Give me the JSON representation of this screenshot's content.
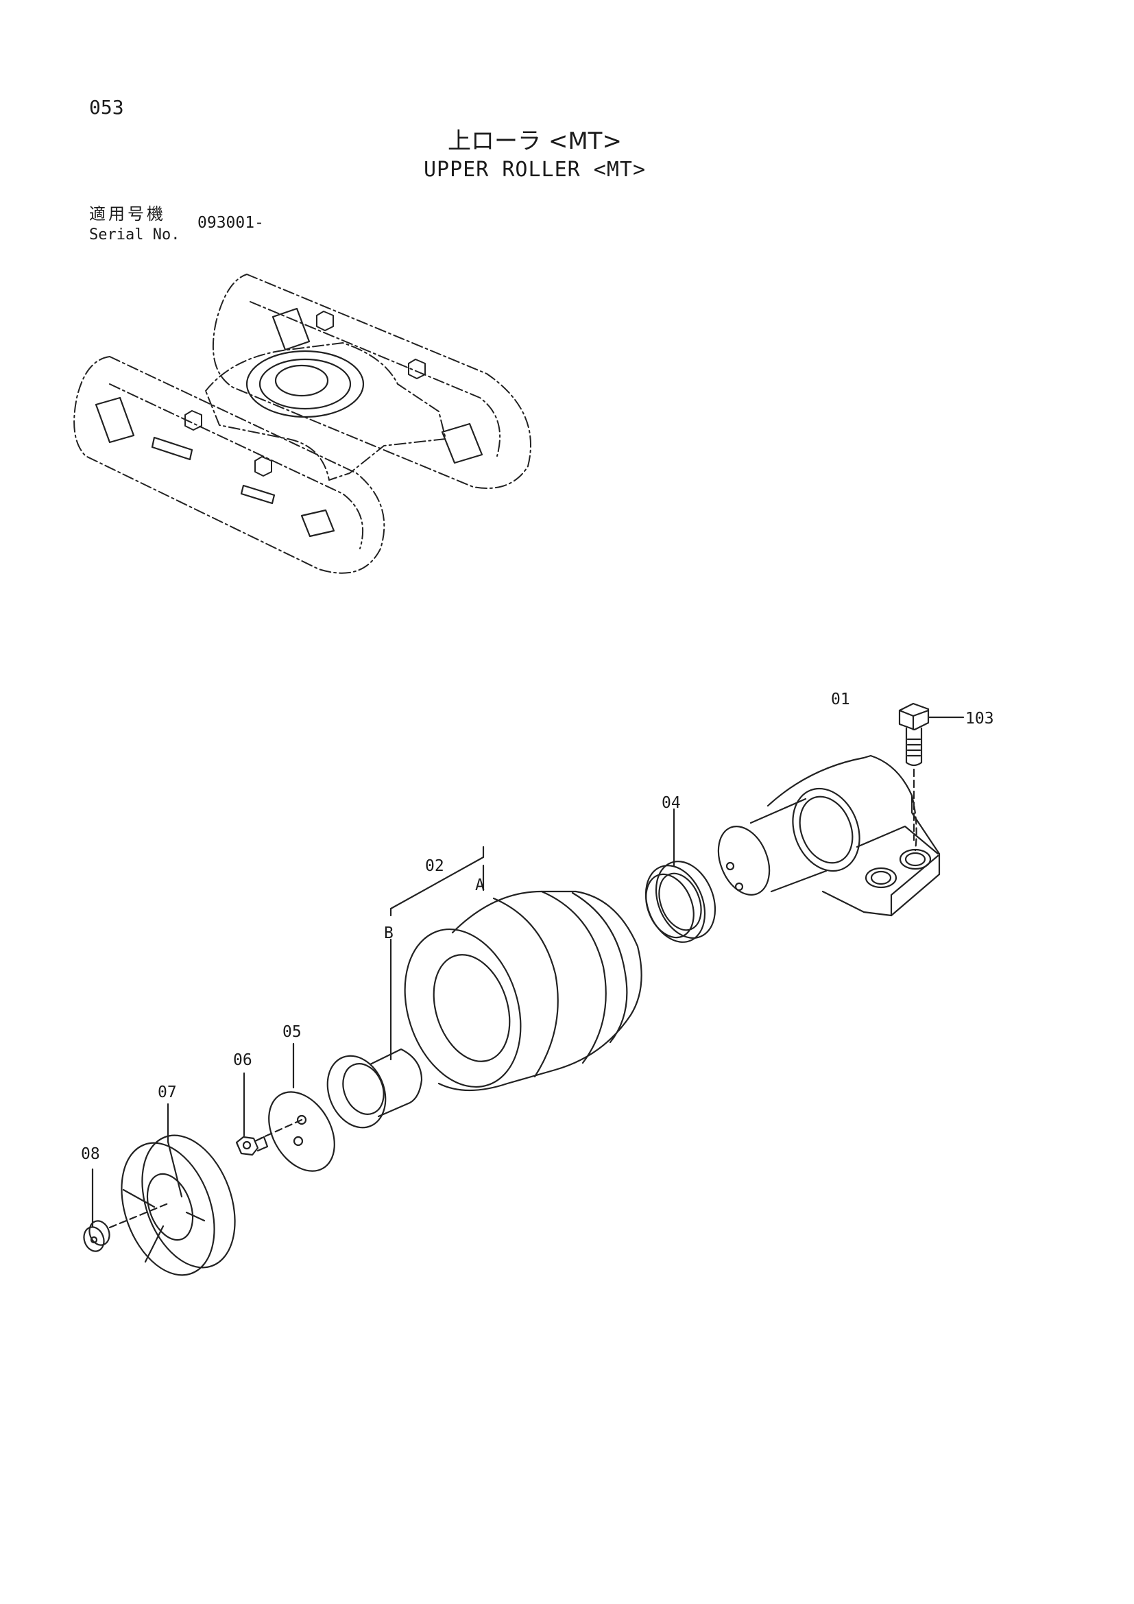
{
  "page": {
    "number": "053",
    "title_jp": "上ローラ <MT>",
    "title_en": "UPPER ROLLER <MT>",
    "serial_label_jp": "適用号機",
    "serial_label_en": "Serial No.",
    "serial_value": "093001-"
  },
  "callouts": {
    "p01": "01",
    "p02": "02",
    "pA": "A",
    "pB": "B",
    "p04": "04",
    "p05": "05",
    "p06": "06",
    "p07": "07",
    "p08": "08",
    "p103": "103"
  }
}
